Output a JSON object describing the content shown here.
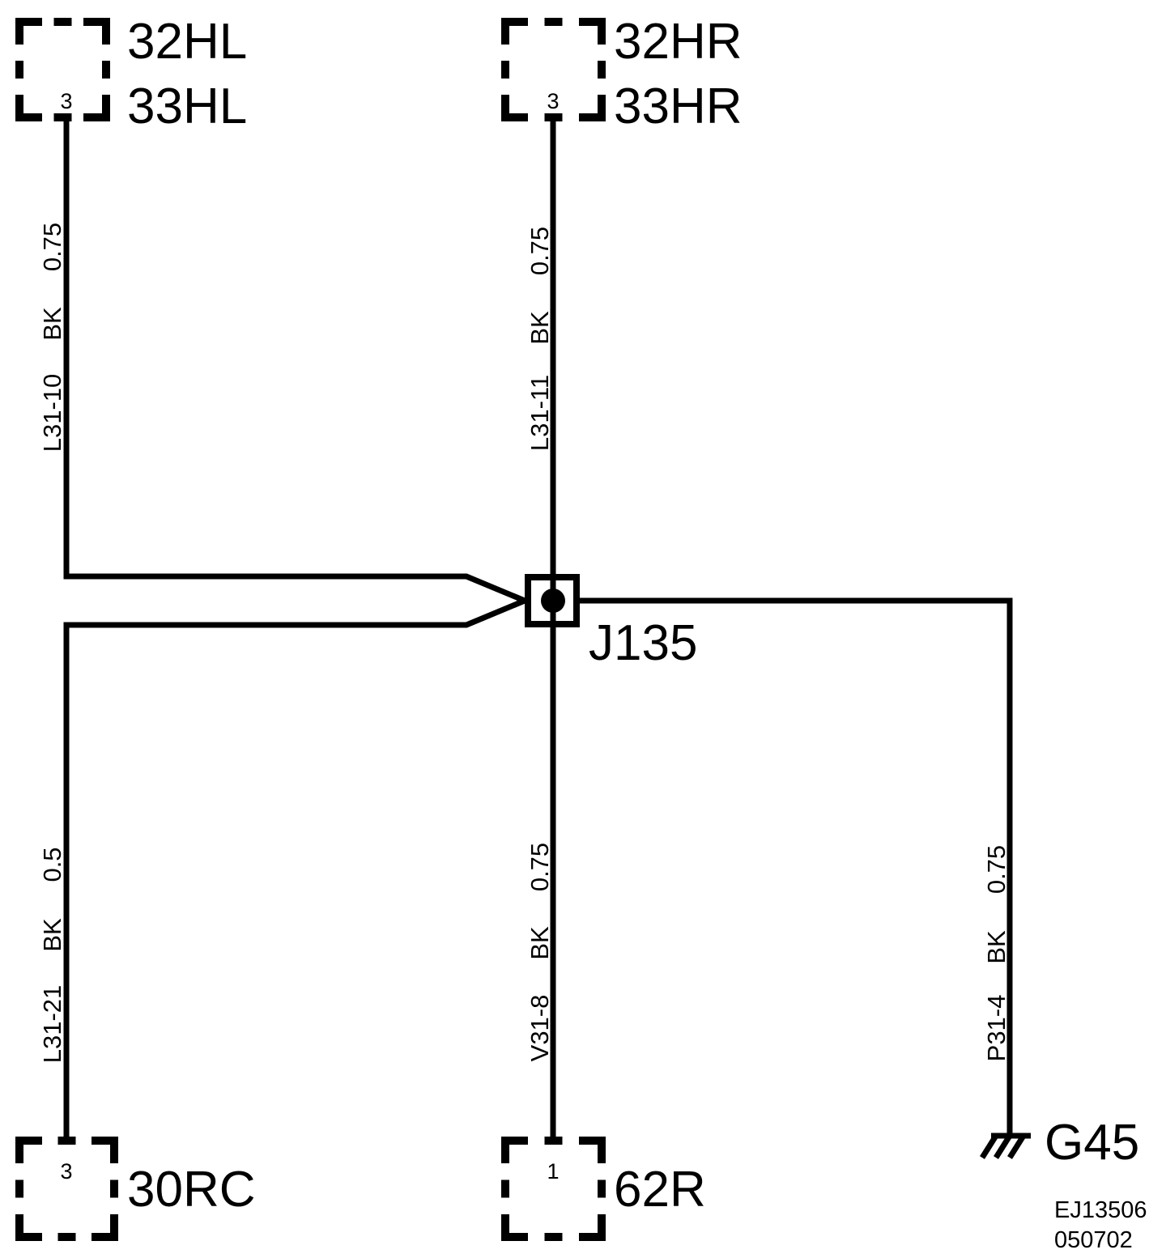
{
  "connectors": {
    "top_left": {
      "pin": "3",
      "labels": [
        "32HL",
        "33HL"
      ]
    },
    "top_middle": {
      "pin": "3",
      "labels": [
        "32HR",
        "33HR"
      ]
    },
    "bottom_left": {
      "pin": "3",
      "labels": [
        "30RC"
      ]
    },
    "bottom_middle": {
      "pin": "1",
      "labels": [
        "62R"
      ]
    }
  },
  "wires": {
    "top_left": {
      "circuit": "L31-10",
      "color": "BK",
      "gauge": "0.75"
    },
    "top_middle": {
      "circuit": "L31-11",
      "color": "BK",
      "gauge": "0.75"
    },
    "bottom_left": {
      "circuit": "L31-21",
      "color": "BK",
      "gauge": "0.5"
    },
    "bottom_middle": {
      "circuit": "V31-8",
      "color": "BK",
      "gauge": "0.75"
    },
    "right": {
      "circuit": "P31-4",
      "color": "BK",
      "gauge": "0.75"
    }
  },
  "splice": {
    "label": "J135"
  },
  "ground": {
    "label": "G45"
  },
  "footer": {
    "line1": "EJ13506",
    "line2": "050702"
  }
}
